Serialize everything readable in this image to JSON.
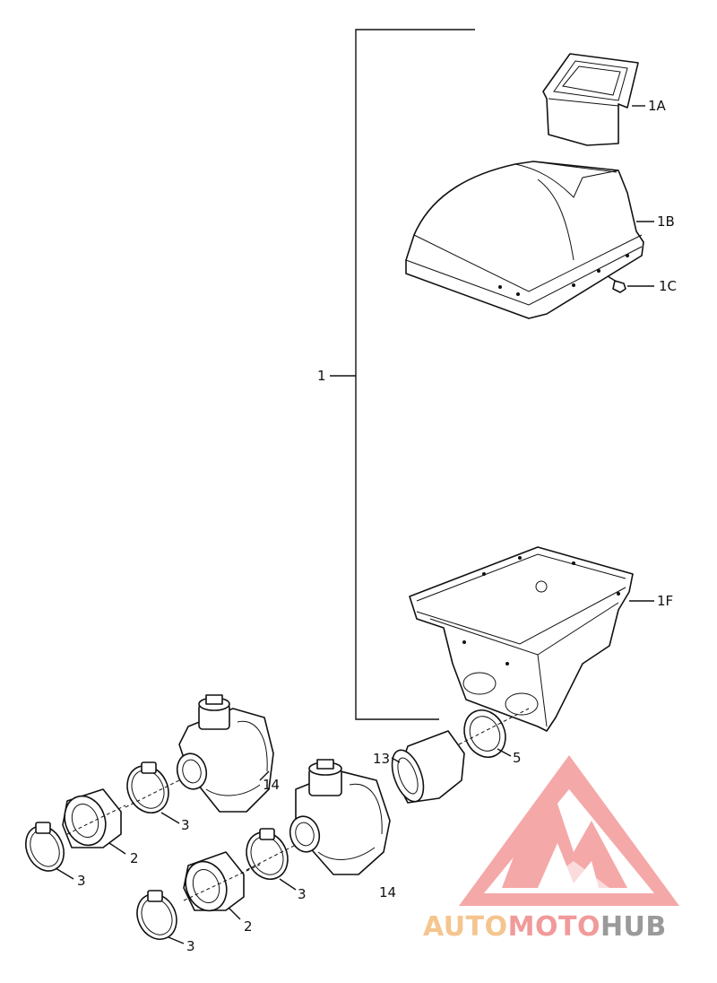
{
  "diagram": {
    "part_labels": {
      "p1": "1",
      "p1a": "1A",
      "p1b": "1B",
      "p1c": "1C",
      "p1f": "1F",
      "p2a": "2",
      "p2b": "2",
      "p3a": "3",
      "p3b": "3",
      "p3c": "3",
      "p3d": "3",
      "p5": "5",
      "p13": "13",
      "p14a": "14",
      "p14b": "14"
    }
  },
  "watermark": {
    "part1": "AUTO",
    "part2": "MOTO",
    "part3": "HUB",
    "colors": {
      "auto": "#f5c58f",
      "moto": "#f19a9a",
      "hub": "#9a9a9a",
      "logo": "#f28b8b"
    }
  }
}
